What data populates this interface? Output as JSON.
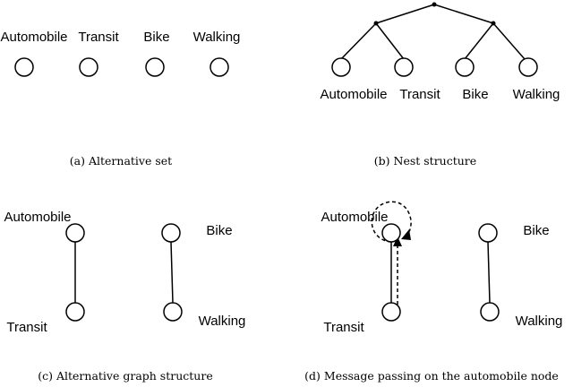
{
  "panel_a": {
    "labels": [
      "Automobile",
      "Transit",
      "Bike",
      "Walking"
    ],
    "caption": "(a) Alternative set"
  },
  "panel_b": {
    "labels": [
      "Automobile",
      "Transit",
      "Bike",
      "Walking"
    ],
    "caption": "(b) Nest structure"
  },
  "panel_c": {
    "labels": [
      "Automobile",
      "Transit",
      "Bike",
      "Walking"
    ],
    "caption": "(c) Alternative graph structure"
  },
  "panel_d": {
    "labels": [
      "Automobile",
      "Transit",
      "Bike",
      "Walking"
    ],
    "caption": "(d) Message passing on the automobile node"
  }
}
